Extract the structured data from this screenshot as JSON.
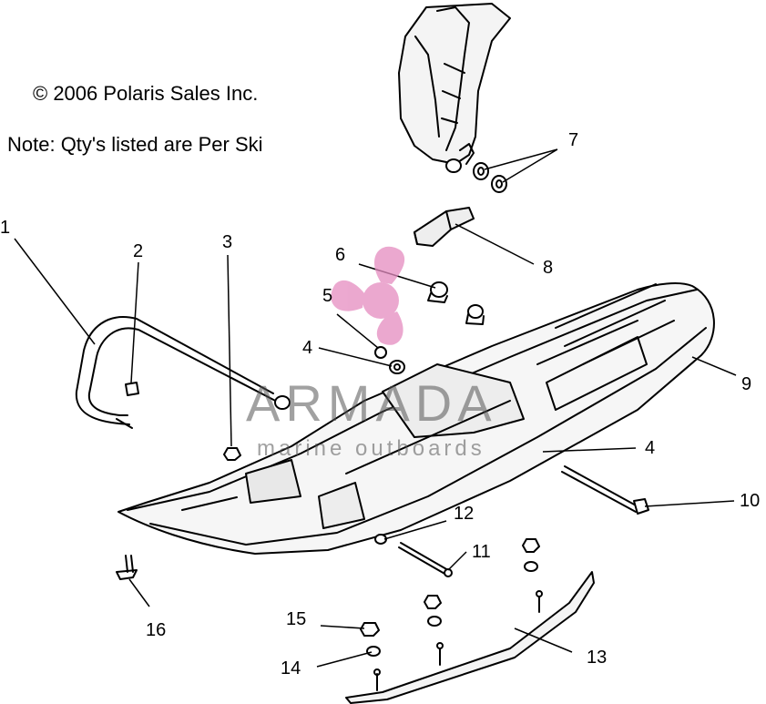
{
  "header": {
    "copyright": "© 2006 Polaris Sales Inc.",
    "note": "Note: Qty's listed are Per Ski"
  },
  "watermark": {
    "brand": "ARMADA",
    "tagline": "marine outboards",
    "accent_color": "#e58cc0"
  },
  "callouts": [
    {
      "id": "1",
      "label": "1"
    },
    {
      "id": "2",
      "label": "2"
    },
    {
      "id": "3",
      "label": "3"
    },
    {
      "id": "4a",
      "label": "4"
    },
    {
      "id": "4b",
      "label": "4"
    },
    {
      "id": "5",
      "label": "5"
    },
    {
      "id": "6",
      "label": "6"
    },
    {
      "id": "7",
      "label": "7"
    },
    {
      "id": "8",
      "label": "8"
    },
    {
      "id": "9",
      "label": "9"
    },
    {
      "id": "10",
      "label": "10"
    },
    {
      "id": "11",
      "label": "11"
    },
    {
      "id": "12",
      "label": "12"
    },
    {
      "id": "13",
      "label": "13"
    },
    {
      "id": "14",
      "label": "14"
    },
    {
      "id": "15",
      "label": "15"
    },
    {
      "id": "16",
      "label": "16"
    }
  ]
}
